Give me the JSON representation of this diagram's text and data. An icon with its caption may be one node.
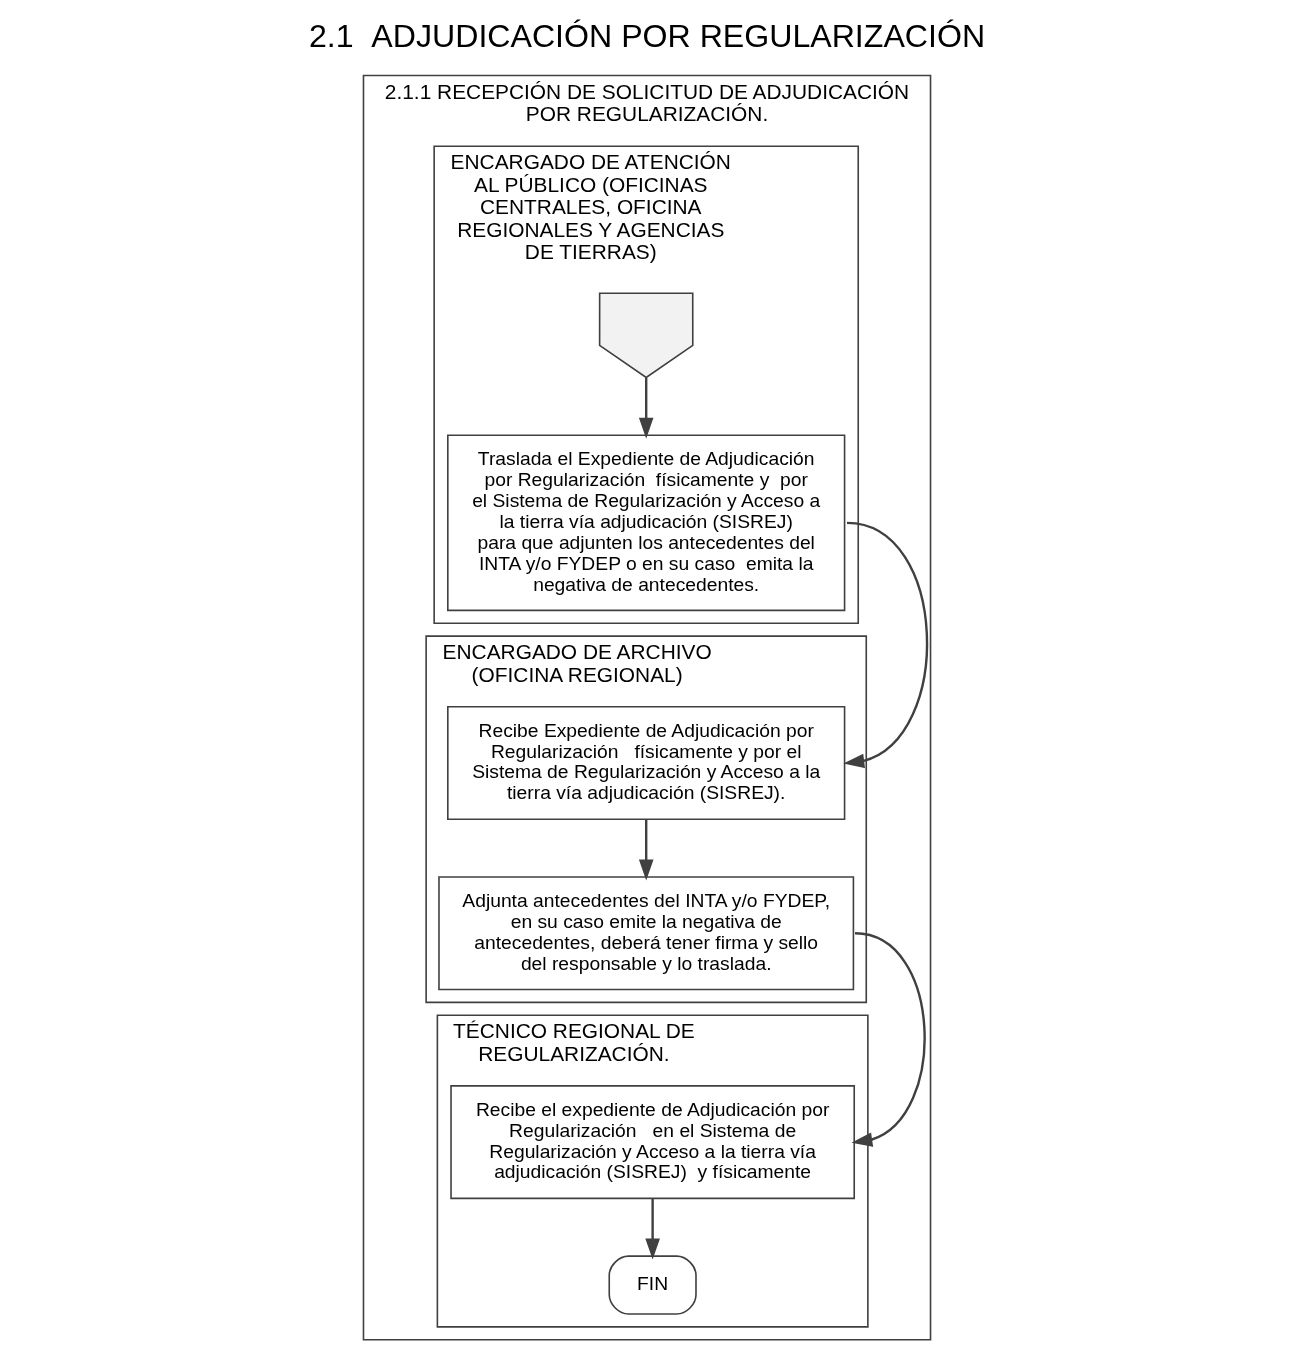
{
  "diagram": {
    "title": "2.1  ADJUDICACIÓN POR REGULARIZACIÓN",
    "nodes": [
      {
        "text": [
          "2.1.1 RECEPCIÓN DE SOLICITUD DE ADJUDICACIÓN POR REGULARIZACIÓN."
        ]
      },
      {
        "text": [
          "ENCARGADO DE ATENCIÓN AL PÚBLICO (OFICINAS CENTRALES, OFICINA REGIONALES Y AGENCIAS DE TIERRAS)"
        ],
        "in": 0
      },
      {
        "text": [
          "ENCARGADO DE ARCHIVO (OFICINA REGIONAL)"
        ],
        "in": 0
      },
      {
        "text": [
          "TÉCNICO REGIONAL DE REGULARIZACIÓN."
        ],
        "in": 0
      },
      {
        "text": [],
        "shape": "pentagon",
        "in": 1
      },
      {
        "text": [
          "Traslada el Expediente de Adjudicación por Regularización  físicamente y  por el Sistema de Regularización y Acceso a la tierra vía adjudicación (SISREJ)  para que adjunten los antecedentes del INTA y/o FYDEP o en su caso  emita la negativa de antecedentes."
        ],
        "in": 1
      },
      {
        "text": [
          "Recibe Expediente de Adjudicación por Regularización   físicamente y por el Sistema de Regularización y Acceso a la tierra vía adjudicación (SISREJ)."
        ],
        "in": 2
      },
      {
        "text": [
          "Adjunta antecedentes del INTA y/o FYDEP, en su caso emite la negativa de antecedentes, deberá tener firma y sello del responsable y lo traslada."
        ],
        "in": 2
      },
      {
        "text": [
          "Recibe el expediente de Adjudicación por Regularización   en el Sistema de Regularización y Acceso a la tierra vía adjudicación (SISREJ)  y físicamente"
        ],
        "in": 3
      },
      {
        "text": [
          "FIN"
        ],
        "in": 3
      }
    ],
    "edges": [
      {
        "from": 4,
        "to": 5,
        "arrow": "to"
      },
      {
        "from": 5,
        "to": 6,
        "arrow": "to"
      },
      {
        "from": 6,
        "to": 7,
        "arrow": "to"
      },
      {
        "from": 7,
        "to": 8,
        "arrow": "to"
      },
      {
        "from": 8,
        "to": 9,
        "arrow": "to"
      }
    ]
  }
}
